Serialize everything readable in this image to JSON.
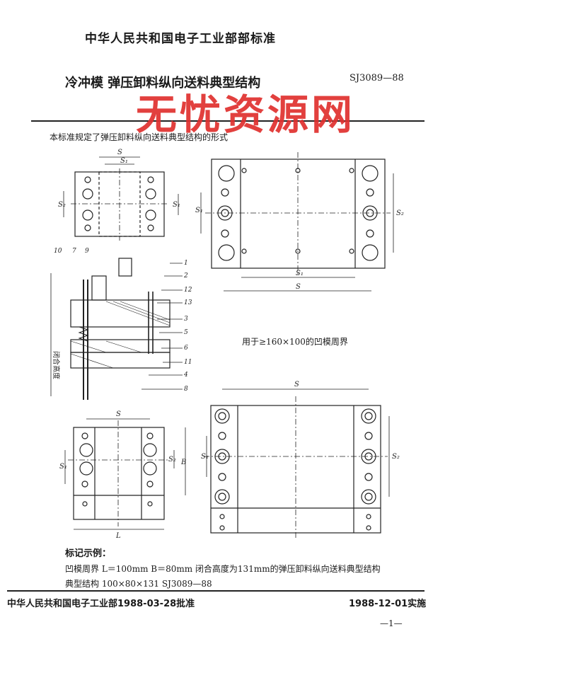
{
  "header": {
    "publisher": "中华人民共和国电子工业部部标准",
    "title": "冷冲模    弹压卸料纵向送料典型结构",
    "standard_no": "SJ3089—88"
  },
  "watermark": "无忧资源网",
  "intro": "本标准规定了弹压卸料纵向送料典型结构的形式",
  "figure": {
    "dim_S": "S",
    "dim_S1": "S₁",
    "dim_S2": "S₂",
    "dim_L": "L",
    "dim_B": "B",
    "closed_height": "闭合高度",
    "part_numbers": [
      "1",
      "2",
      "3",
      "4",
      "5",
      "6",
      "7",
      "8",
      "9",
      "10",
      "11",
      "12",
      "13"
    ],
    "caption": "用于≥160×100的凹模周界"
  },
  "marking": {
    "title": "标记示例：",
    "line1": "凹模周界 L＝100mm  B＝80mm 闭合高度为131mm的弹压卸料纵向送料典型结构",
    "line2": "典型结构  100×80×131  SJ3089—88"
  },
  "footer": {
    "approval": "中华人民共和国电子工业部1988-03-28批准",
    "effective": "1988-12-01实施",
    "page": "—1—"
  }
}
